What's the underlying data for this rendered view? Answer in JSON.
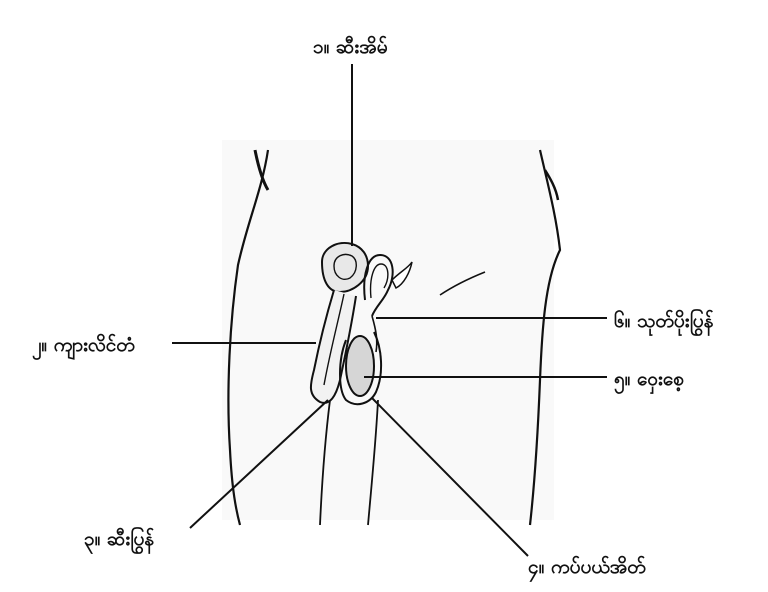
{
  "labels": {
    "item1": "၁။ ဆီးအိမ်",
    "item2": "၂။ ကျားလိင်တံ",
    "item3": "၃။ ဆီးပြွန်",
    "item4": "၄။ ကပ်ပယ်အိတ်",
    "item5": "၅။ ဝှေးစေ့",
    "item6": "၆။ သုတ်ပိုးပြွန်"
  },
  "colors": {
    "line": "#111111",
    "shade": "#cfcfcf"
  }
}
